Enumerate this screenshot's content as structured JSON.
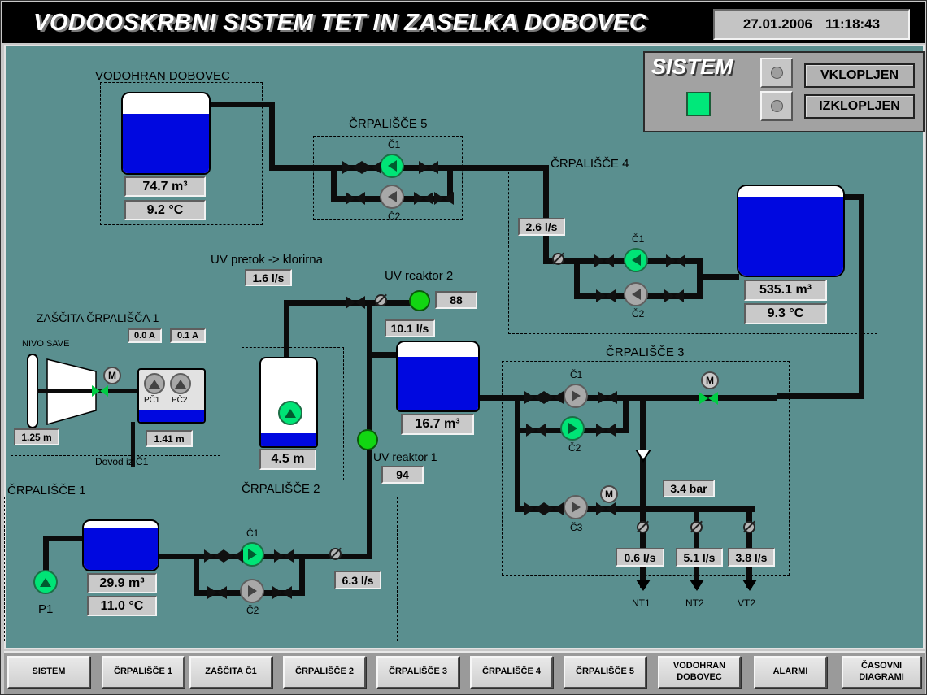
{
  "header": {
    "title": "VODOOSKRBNI SISTEM TET IN ZASELKA DOBOVEC",
    "date": "27.01.2006",
    "time": "11:18:43"
  },
  "sistem": {
    "title": "SISTEM",
    "on": "VKLOPLJEN",
    "off": "IZKLOPLJEN"
  },
  "vodohran": {
    "label": "VODOHRAN DOBOVEC",
    "volume": "74.7 m³",
    "temp": "9.2 °C"
  },
  "crp5": {
    "label": "ČRPALIŠČE 5",
    "c1": "Č1",
    "c2": "Č2"
  },
  "crp4": {
    "label": "ČRPALIŠČE 4",
    "c1": "Č1",
    "c2": "Č2",
    "flow": "2.6 l/s",
    "volume": "535.1 m³",
    "temp": "9.3 °C"
  },
  "klorirna": {
    "label": "UV pretok -> klorirna",
    "flow": "1.6 l/s"
  },
  "uv2": {
    "label": "UV reaktor 2",
    "value": "88",
    "flow": "10.1 l/s"
  },
  "zascita": {
    "label": "ZAŠČITA ČRPALIŠČA 1",
    "nivo": "NIVO SAVE",
    "a1": "0.0 A",
    "a2": "0.1 A",
    "m": "M",
    "pc1": "PČ1",
    "pc2": "PČ2",
    "level1": "1.25 m",
    "level2": "1.41 m",
    "dovod": "Dovod iz Č1"
  },
  "crp2": {
    "label": "ČRPALIŠČE 2",
    "level": "4.5 m"
  },
  "tank2": {
    "volume": "16.7 m³"
  },
  "uv1": {
    "label": "UV reaktor 1",
    "value": "94"
  },
  "crp3": {
    "label": "ČRPALIŠČE 3",
    "c1": "Č1",
    "c2": "Č2",
    "c3": "Č3",
    "m1": "M",
    "m2": "M",
    "pressure": "3.4 bar",
    "flow1": "0.6 l/s",
    "flow2": "5.1 l/s",
    "flow3": "3.8 l/s",
    "out1": "NT1",
    "out2": "NT2",
    "out3": "VT2"
  },
  "crp1": {
    "label": "ČRPALIŠČE 1",
    "p1": "P1",
    "volume": "29.9 m³",
    "temp": "11.0 °C",
    "c1": "Č1",
    "c2": "Č2",
    "flow": "6.3 l/s"
  },
  "nav": {
    "items": [
      "SISTEM",
      "ČRPALIŠČE 1",
      "ZAŠČITA Č1",
      "ČRPALIŠČE 2",
      "ČRPALIŠČE 3",
      "ČRPALIŠČE 4",
      "ČRPALIŠČE 5",
      "VODOHRAN DOBOVEC",
      "ALARMI",
      "ČASOVNI DIAGRAMI"
    ]
  }
}
